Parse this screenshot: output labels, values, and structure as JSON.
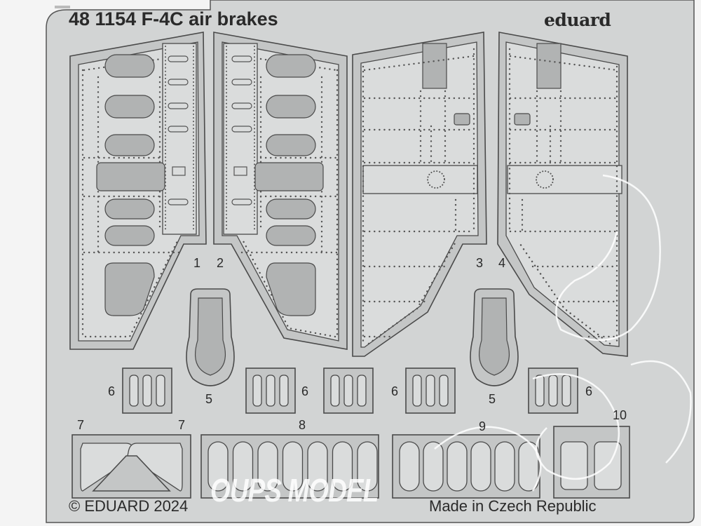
{
  "fret": {
    "title": "48 1154  F-4C air brakes",
    "brand": "eduard",
    "copyright": "© EDUARD 2024",
    "origin": "Made in Czech Republic",
    "watermark": "OUPS MODEL"
  },
  "part_numbers": [
    "1",
    "2",
    "3",
    "4",
    "5",
    "5",
    "6",
    "6",
    "6",
    "6",
    "7",
    "7",
    "8",
    "9",
    "10"
  ],
  "colors": {
    "plate": "#d8dada",
    "etched": "#b4b6b6",
    "outline": "#4a4a4a",
    "frame": "#c9cbcb"
  }
}
